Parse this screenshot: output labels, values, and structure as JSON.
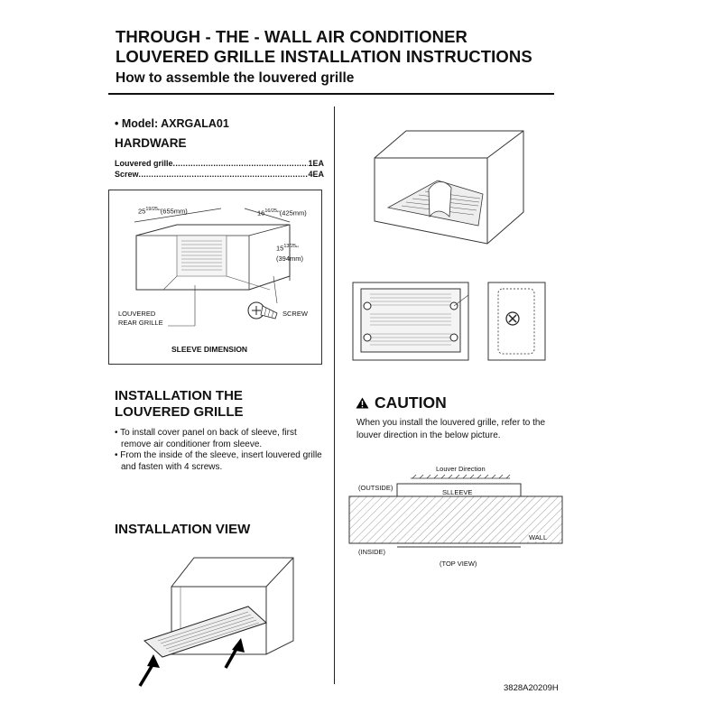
{
  "header": {
    "title_line1": "THROUGH - THE - WALL AIR CONDITIONER",
    "title_line2": "LOUVERED GRILLE INSTALLATION INSTRUCTIONS",
    "subtitle": "How to assemble the louvered grille"
  },
  "model": "• Model: AXRGALA01",
  "hardware": {
    "heading": "HARDWARE",
    "items": [
      {
        "name": "Louvered grille",
        "qty": "1EA"
      },
      {
        "name": "Screw",
        "qty": "4EA"
      }
    ]
  },
  "sleeve_diagram": {
    "width_label": "25",
    "width_frac": "19/25",
    "width_mm": "\"(655mm)",
    "depth_label": "16",
    "depth_frac": "16/25",
    "depth_mm": "\"(425mm)",
    "height_label": "15",
    "height_frac": "13/25",
    "height_in": "\"",
    "height_mm": "(394mm)",
    "louvered_line1": "LOUVERED",
    "louvered_line2": "REAR GRILLE",
    "screw": "SCREW",
    "caption": "SLEEVE DIMENSION"
  },
  "installation": {
    "heading_line1": "INSTALLATION THE",
    "heading_line2": "LOUVERED GRILLE",
    "bullets": [
      "To install cover panel on back of sleeve, first remove air conditioner from sleeve.",
      "From the inside of the sleeve, insert louvered grille and fasten with 4 screws."
    ]
  },
  "installation_view": {
    "heading": "INSTALLATION VIEW"
  },
  "caution": {
    "heading": "CAUTION",
    "text": "When you install the louvered grille, refer to the louver direction in the below picture."
  },
  "top_view": {
    "louver_direction": "Louver Direction",
    "outside": "(OUTSIDE)",
    "sleeve": "SLLEEVE",
    "wall": "WALL",
    "inside": "(INSIDE)",
    "caption": "(TOP VIEW)"
  },
  "document_code": "3828A20209H"
}
